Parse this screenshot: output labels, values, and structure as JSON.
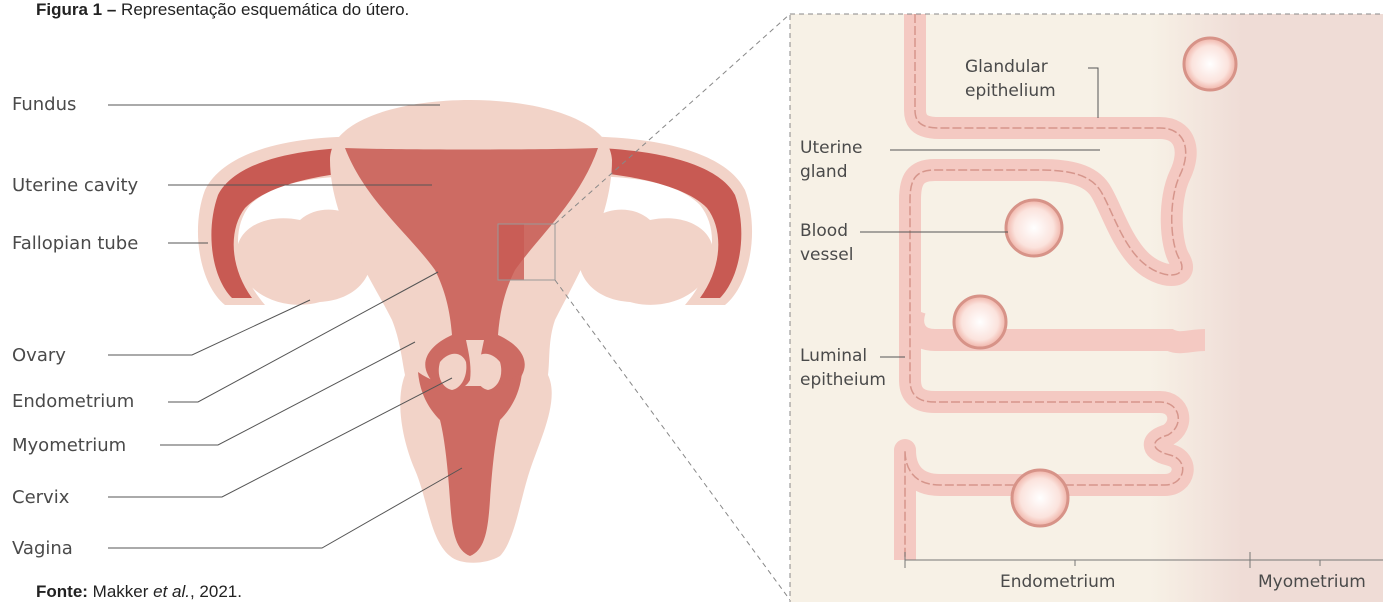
{
  "caption": {
    "figure_prefix": "Figura 1 –",
    "figure_text": " Representação esquemática do útero.",
    "source_prefix": "Fonte:",
    "source_author": " Makker ",
    "source_etal": "et al.",
    "source_year": ", 2021."
  },
  "uterus_labels": {
    "fundus": "Fundus",
    "uterine_cavity": "Uterine cavity",
    "fallopian_tube": "Fallopian tube",
    "ovary": "Ovary",
    "endometrium": "Endometrium",
    "myometrium": "Myometrium",
    "cervix": "Cervix",
    "vagina": "Vagina"
  },
  "detail_labels": {
    "glandular_1": "Glandular",
    "glandular_2": "epithelium",
    "uterine_gland_1": "Uterine",
    "uterine_gland_2": "gland",
    "blood_vessel_1": "Blood",
    "blood_vessel_2": "vessel",
    "luminal_1": "Luminal",
    "luminal_2": "epitheium",
    "endometrium": "Endometrium",
    "myometrium": "Myometrium"
  },
  "colors": {
    "outer_tissue": "#f2d3c8",
    "inner_cavity": "#cd6b63",
    "dark_tube": "#c85a53",
    "detail_background": "#f7f1e6",
    "myometrium_band": "#efdcd6",
    "epithelium_cell": "#f4c9c2",
    "leader_line": "#555555"
  }
}
